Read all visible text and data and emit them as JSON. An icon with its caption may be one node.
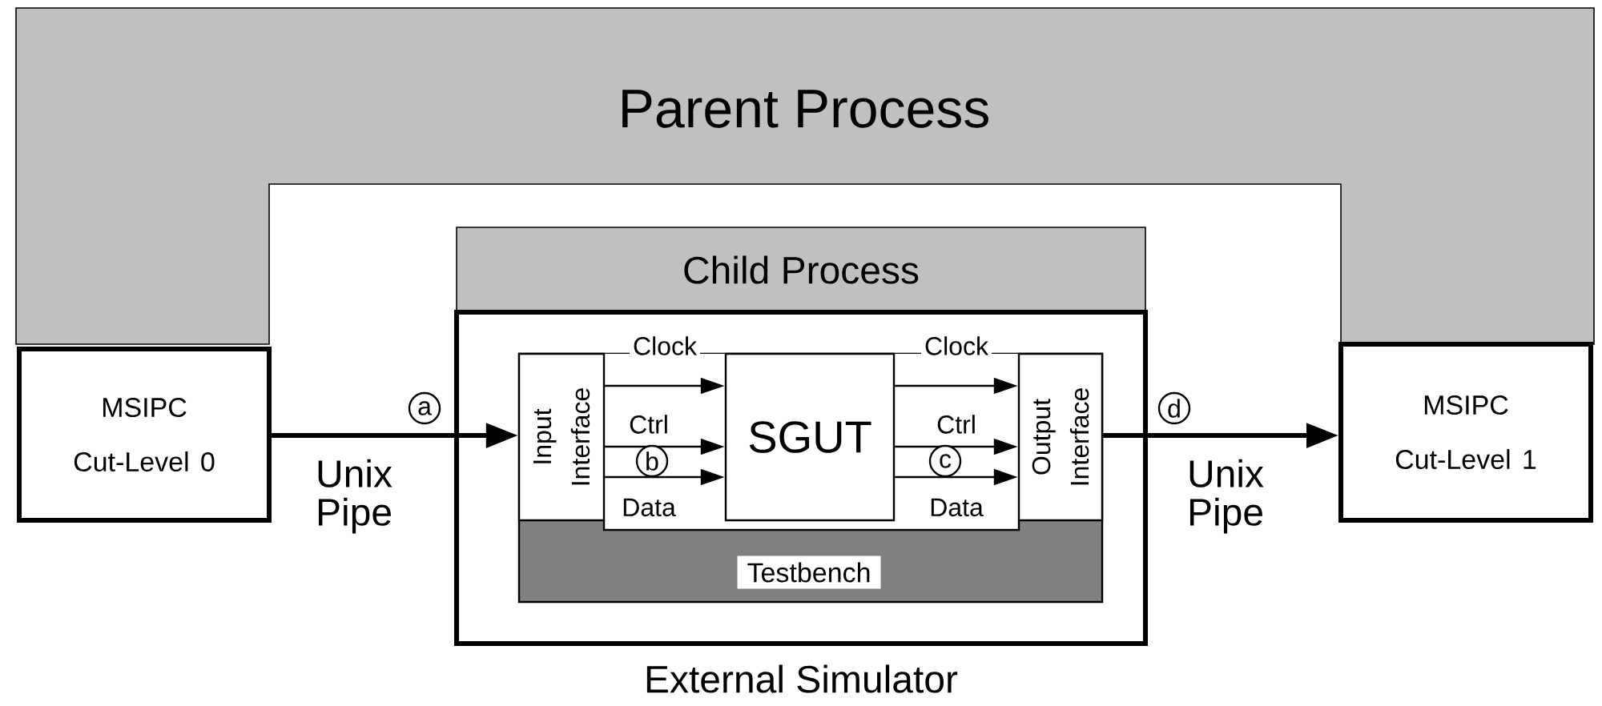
{
  "diagram": {
    "nodes": [
      {
        "text": [
          "Parent Process"
        ]
      },
      {
        "text": [
          "MSIPC Cut-Level 0"
        ]
      },
      {
        "text": [
          "Child Process"
        ]
      },
      {
        "text": [
          "External Simulator"
        ]
      },
      {
        "text": [
          "Testbench"
        ],
        "in": 3
      },
      {
        "text": [
          "Input Interface"
        ],
        "in": 4
      },
      {
        "text": [
          "SGUT"
        ],
        "in": 4
      },
      {
        "text": [
          "Output Interface"
        ],
        "in": 4
      },
      {
        "text": [
          "MSIPC Cut-Level 1"
        ]
      }
    ],
    "edges": [
      {
        "from": 1,
        "to": 5,
        "arrow": "to",
        "label": "Unix Pipe",
        "style": "thick"
      },
      {
        "from": 5,
        "to": 6,
        "arrow": "to",
        "label": "Clock"
      },
      {
        "from": 5,
        "to": 6,
        "arrow": "to",
        "label": "Ctrl"
      },
      {
        "from": 5,
        "to": 6,
        "arrow": "to",
        "label": "Data"
      },
      {
        "from": 6,
        "to": 7,
        "arrow": "to",
        "label": "Clock"
      },
      {
        "from": 6,
        "to": 7,
        "arrow": "to",
        "label": "Ctrl"
      },
      {
        "from": 6,
        "to": 7,
        "arrow": "to",
        "label": "Data"
      },
      {
        "from": 7,
        "to": 8,
        "arrow": "to",
        "label": "Unix Pipe",
        "style": "thick"
      }
    ],
    "labels": [
      "a",
      "d",
      "b",
      "c"
    ]
  }
}
